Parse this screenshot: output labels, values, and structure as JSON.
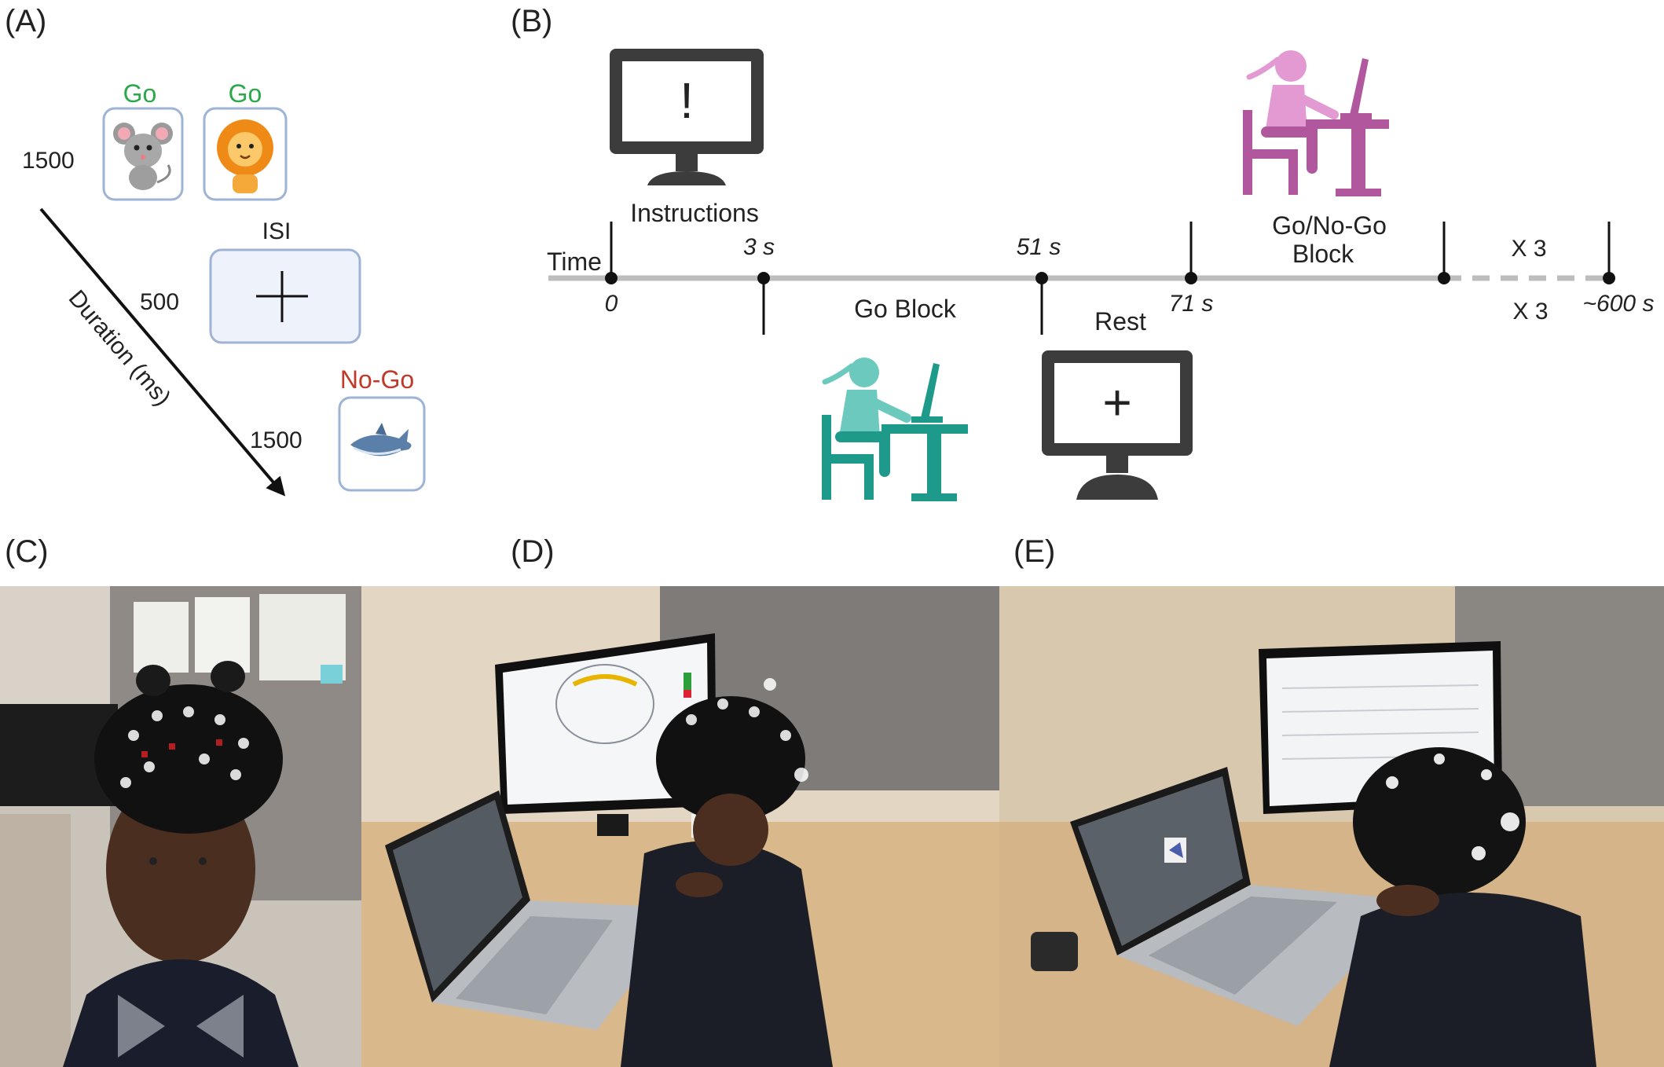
{
  "panels": {
    "a": {
      "label": "(A)",
      "go_label_1": "Go",
      "go_label_2": "Go",
      "isi_label": "ISI",
      "nogo_label": "No-Go",
      "duration_1": "1500",
      "duration_2": "500",
      "duration_3": "1500",
      "axis_label": "Duration (ms)",
      "go_stimuli": [
        "mouse",
        "lion"
      ],
      "nogo_stimulus": "shark"
    },
    "b": {
      "label": "(B)",
      "instructions_label": "Instructions",
      "time_label": "Time",
      "t0": "0",
      "t3": "3 s",
      "t51": "51 s",
      "t71": "71 s",
      "t600": "~600 s",
      "go_block_label": "Go Block",
      "rest_label": "Rest",
      "gonogo_line1": "Go/No-Go",
      "gonogo_line2": "Block",
      "repeat_top": "X 3",
      "repeat_bottom": "X 3",
      "monitor_instructions_symbol": "!",
      "monitor_rest_symbol": "+",
      "colors": {
        "go_figure": "#1e9a8a",
        "go_figure_light": "#6cc9bd",
        "gonogo_figure": "#b0579e",
        "gonogo_figure_light": "#e39ad2",
        "timeline": "#bdbdbd",
        "go_text": "#2aa84a",
        "nogo_text": "#c0392b",
        "card_border": "#9fb3d6"
      }
    },
    "c": {
      "label": "(C)"
    },
    "d": {
      "label": "(D)"
    },
    "e": {
      "label": "(E)"
    }
  }
}
